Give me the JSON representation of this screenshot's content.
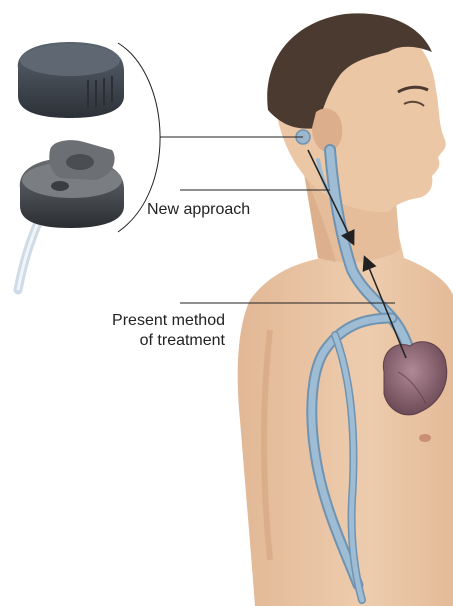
{
  "labels": {
    "new_approach": "New approach",
    "present_method_line1": "Present method",
    "present_method_line2": "of treatment"
  },
  "colors": {
    "skin": "#e9c3a3",
    "skin_shadow": "#d9a783",
    "hair": "#4a3a30",
    "vein": "#8fb2cd",
    "vein_outline": "#6f93b0",
    "heart": "#8a6470",
    "device_cap": "#3e4550",
    "device_base": "#2f343b",
    "line": "#222222",
    "label_text": "#222222"
  },
  "icons": {
    "device_cap": "port-cap-icon",
    "device_base": "port-base-icon",
    "ear_port": "ear-port-icon",
    "heart": "heart-icon"
  }
}
